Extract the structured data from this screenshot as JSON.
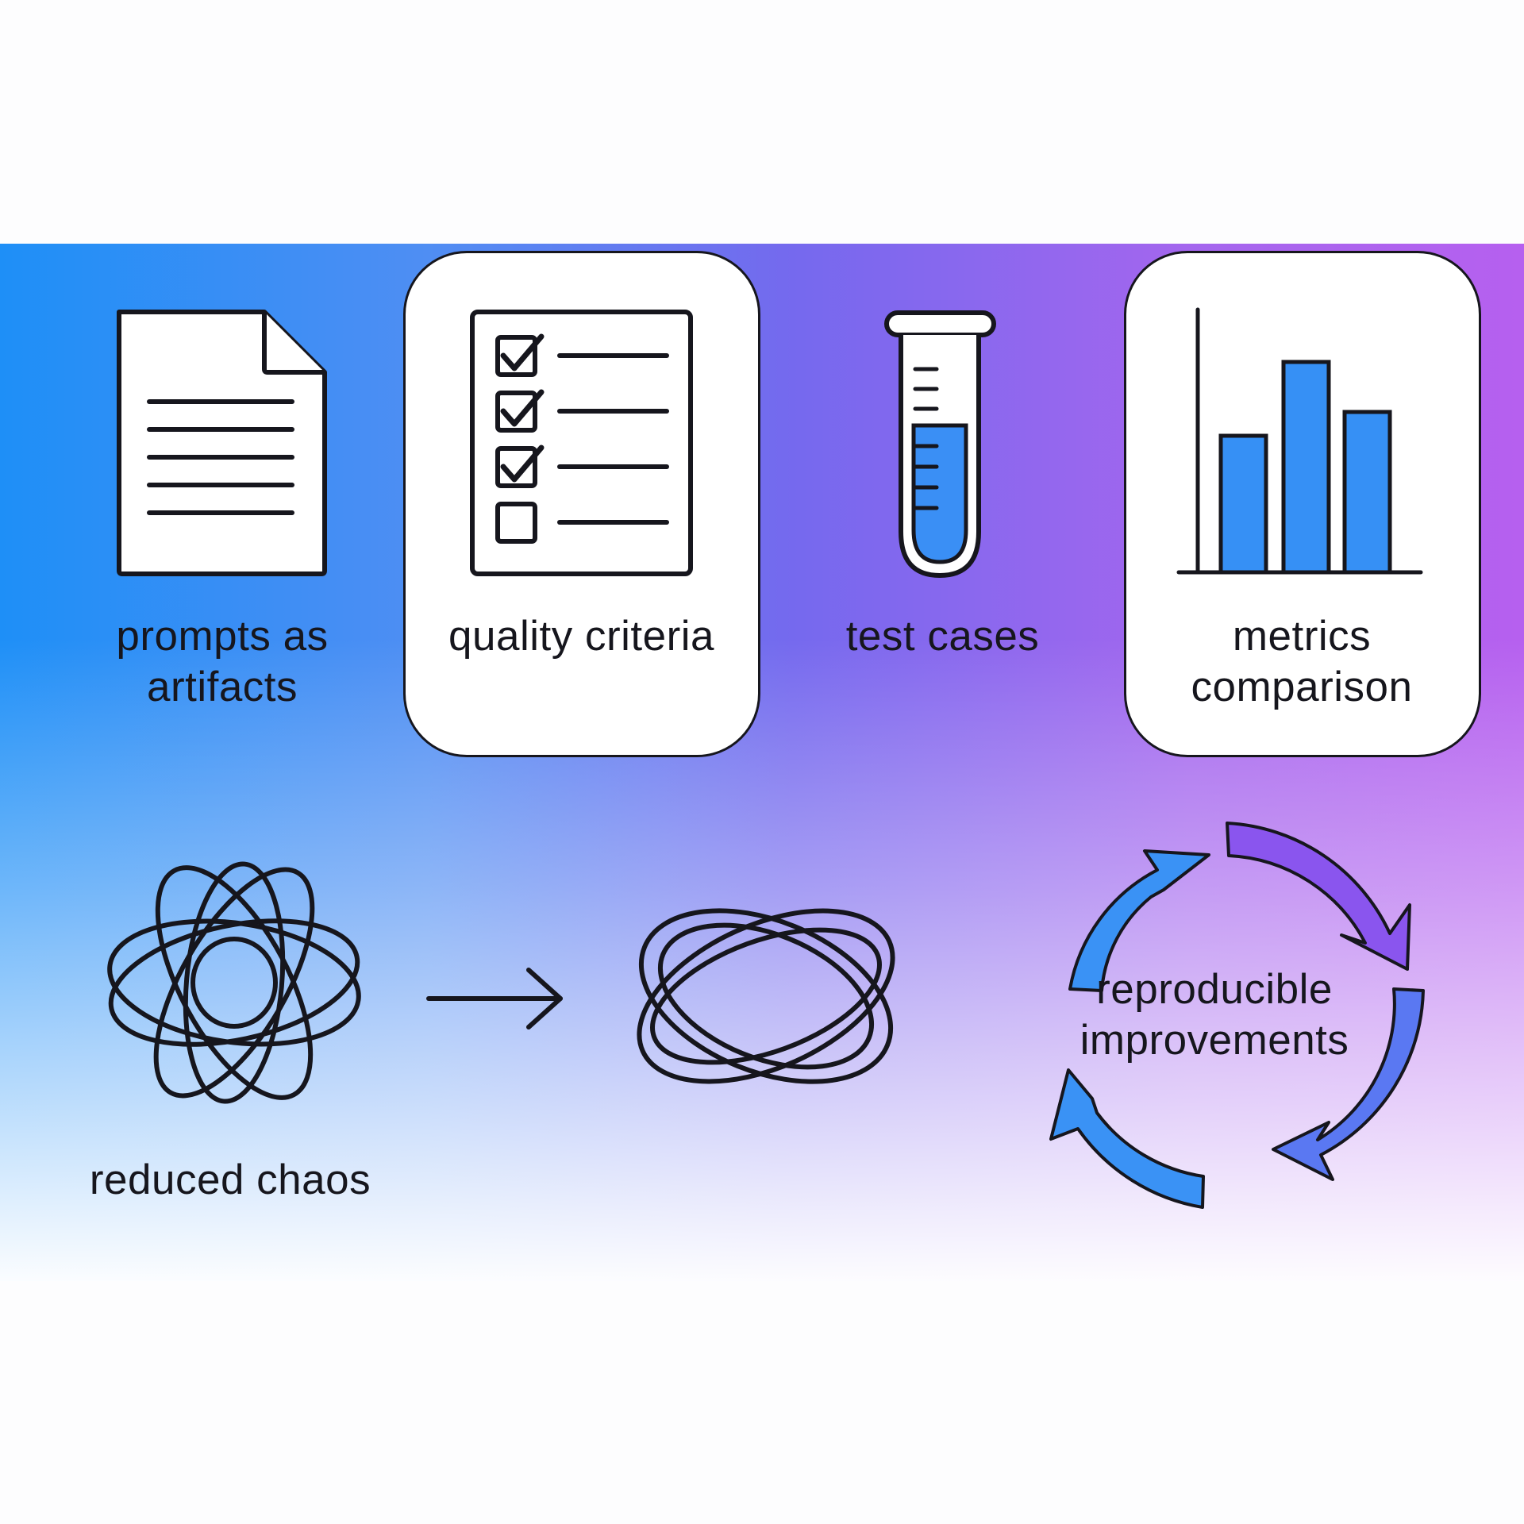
{
  "items": [
    {
      "label": "prompts as\nartifacts",
      "icon": "document-icon"
    },
    {
      "label": "quality criteria",
      "icon": "checklist-icon"
    },
    {
      "label": "test cases",
      "icon": "test-tube-icon"
    },
    {
      "label": "metrics\ncomparison",
      "icon": "bar-chart-icon"
    }
  ],
  "bottom": {
    "chaos_label": "reduced chaos",
    "cycle_label": "reproducible\nimprovements",
    "icons": [
      "chaos-orbits-icon",
      "right-arrow-icon",
      "ordered-orbits-icon",
      "cycle-arrows-icon"
    ]
  },
  "colors": {
    "gradient_left": "#1e8ff7",
    "gradient_right": "#b660ef",
    "bar_fill": "#3690f5",
    "liquid_fill": "#3a8ff5",
    "outline": "#16161d",
    "cycle_blue": "#3a92f5",
    "cycle_purple": "#8a55ee"
  }
}
